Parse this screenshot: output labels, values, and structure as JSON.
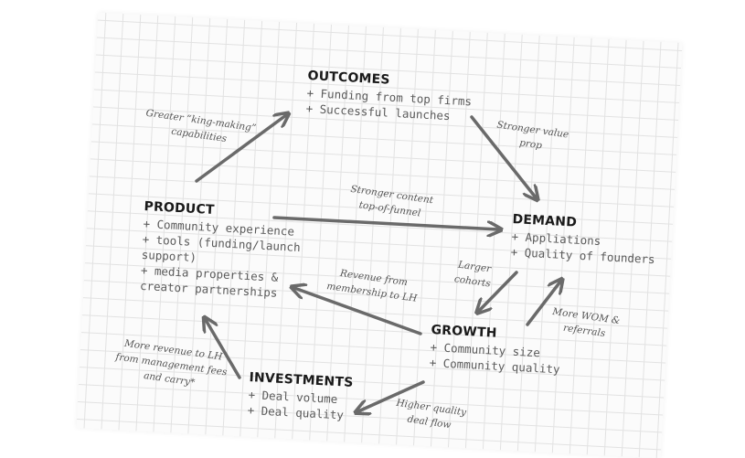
{
  "nodes": {
    "outcomes": {
      "title": "OUTCOMES",
      "items": [
        "+ Funding from top firms",
        "+ Successful launches"
      ]
    },
    "product": {
      "title": "PRODUCT",
      "items": [
        "+ Community experience",
        "+ tools (funding/launch",
        "support)",
        "+ media properties &",
        "creator partnerships"
      ]
    },
    "demand": {
      "title": "DEMAND",
      "items": [
        "+ Appliations",
        "+ Quality of founders"
      ]
    },
    "growth": {
      "title": "GROWTH",
      "items": [
        "+ Community size",
        "+ Community quality"
      ]
    },
    "investments": {
      "title": "INVESTMENTS",
      "items": [
        "+ Deal volume",
        "+ Deal quality"
      ]
    }
  },
  "edges": {
    "product_to_outcomes": [
      "Greater “king-making”",
      "capabilities"
    ],
    "outcomes_to_demand": [
      "Stronger value",
      "prop"
    ],
    "product_to_demand": [
      "Stronger content",
      "top-of-funnel"
    ],
    "demand_to_growth": [
      "Larger",
      "cohorts"
    ],
    "growth_to_demand": [
      "More WOM &",
      "referrals"
    ],
    "growth_to_product": [
      "Revenue from",
      "membership to LH"
    ],
    "investments_to_product": [
      "More revenue to LH",
      "from management fees",
      "and carry*"
    ],
    "growth_to_investments": [
      "Higher quality",
      "deal flow"
    ]
  },
  "colors": {
    "arrow": "#6a6a6a",
    "title": "#1a1a1a",
    "text": "#5a5a5a",
    "grid": "#e2e2e2"
  }
}
